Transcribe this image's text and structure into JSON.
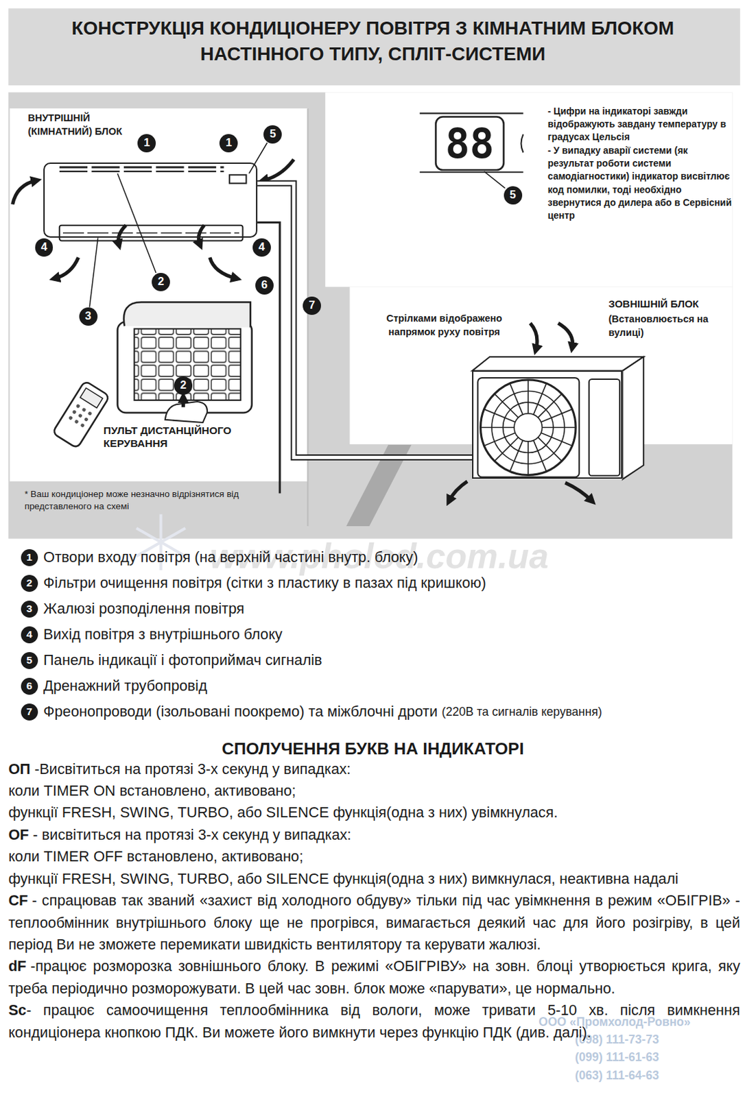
{
  "diagram": {
    "title": "КОНСТРУКЦІЯ КОНДИЦІОНЕРУ ПОВІТРЯ З КІМНАТНИМ БЛОКОМ НАСТІННОГО ТИПУ, СПЛІТ-СИСТЕМИ",
    "nodes": [
      {
        "text": [
          "ВНУТРІШНІЙ (КІМНАТНИЙ) БЛОК"
        ]
      },
      {
        "text": [
          "ЗОВНІШНІЙ БЛОК",
          "(Встановлюється на вулиці)"
        ]
      }
    ],
    "edges": [
      {
        "from": 0,
        "to": 1,
        "arrow": "none"
      }
    ],
    "labels": [
      "1",
      "1",
      "5",
      "4",
      "4",
      "2",
      "6",
      "3",
      "7",
      "2",
      "ПУЛЬТ ДИСТАНЦІЙНОГО КЕРУВАННЯ",
      "* Ваш кондиціонер може незначно відрізнятися від представленого на схемі",
      "88",
      "5",
      "- Цифри на індикаторі завжди відображують завдану температуру в градусах Цельсія",
      "- У випадку аварії системи (як результат роботи системи самодіагностики) індикатор висвітлює код помилки, тоді необхідно звернутися до дилера або в Сервісний центр",
      "Стрілками відображено напрямок руху повітря",
      "www.pholod.com.ua",
      "1",
      "Отвори входу повітря (на верхній частині внутр. блоку)",
      "2",
      "Фільтри очищення повітря (сітки з пластику в пазах під кришкою)",
      "3",
      "Жалюзі розподілення повітря",
      "4",
      "Вихід повітря з внутрішнього блоку",
      "5",
      "Панель індикації і фотоприймач сигналів",
      "6",
      "Дренажний трубопровід",
      "7",
      "Фреонопроводи (ізольовані поокремо) та міжблочні дроти",
      "(220В та сигналів керування)",
      "СПОЛУЧЕННЯ БУКВ НА ІНДИКАТОРІ",
      "ОП",
      "-Висвітиться на протязі 3-х секунд у випадках:",
      "коли TIMER ON встановлено, активовано;",
      "функції FRESH, SWING, TURBO, або SILENCE функція(одна з них) увімкнулася.",
      "OF",
      "- висвітиться на протязі 3-х секунд у випадках:",
      "коли TIMER OFF встановлено, активовано;",
      "функції FRESH, SWING, TURBO, або SILENCE функція(одна з них) вимкнулася, неактивна надалі",
      "CF",
      "- спрацював так званий «захист від холодного обдуву» тільки під час увімкнення в режим «ОБІГРІВ» - теплообмінник внутрішнього блоку ще не прогрівся, вимагається деякий час для його розігріву, в цей період Ви не зможете перемикати швидкість вентилятору та керувати жалюзі.",
      "dF",
      "-працює розморозка зовнішнього блоку. В режимі «ОБІГРІВУ» на зовн. блоці утворюється крига, яку треба періодично розморожувати. В цей час зовн. блок може «парувати», це нормально.",
      "Sc",
      "- працює самоочищення теплообмінника від вологи, може тривати 5-10 хв. після вимкнення кондиціонера кнопкою ПДК. Ви можете його вимкнути через функцію ПДК (див. далі).",
      "ООО «Промхолод-Ровно»",
      "(098) 111-73-73",
      "(099) 111-61-63",
      "(063) 111-64-63"
    ]
  }
}
